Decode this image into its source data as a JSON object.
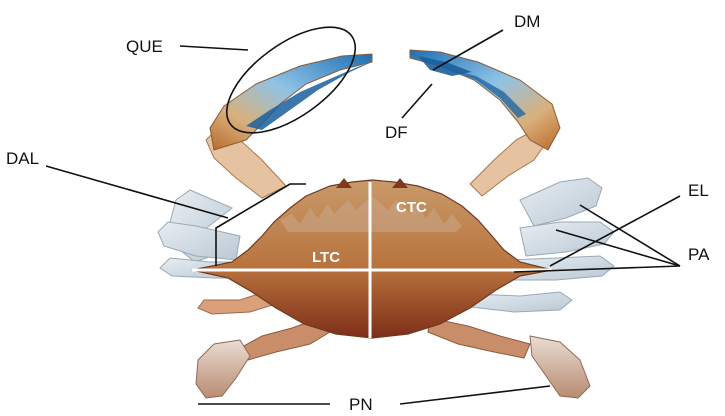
{
  "labels": {
    "que": "QUE",
    "dm": "DM",
    "df": "DF",
    "dal": "DAL",
    "el": "EL",
    "pa": "PA",
    "pn": "PN",
    "ctc": "CTC",
    "ltc": "LTC"
  },
  "colors": {
    "line": "#111111",
    "guide": "#ffffff",
    "shell": "#b8733e",
    "shell_dark": "#8a3a1e",
    "claw_blue": "#2a78b8",
    "leg_pale": "#cfd9e2"
  }
}
